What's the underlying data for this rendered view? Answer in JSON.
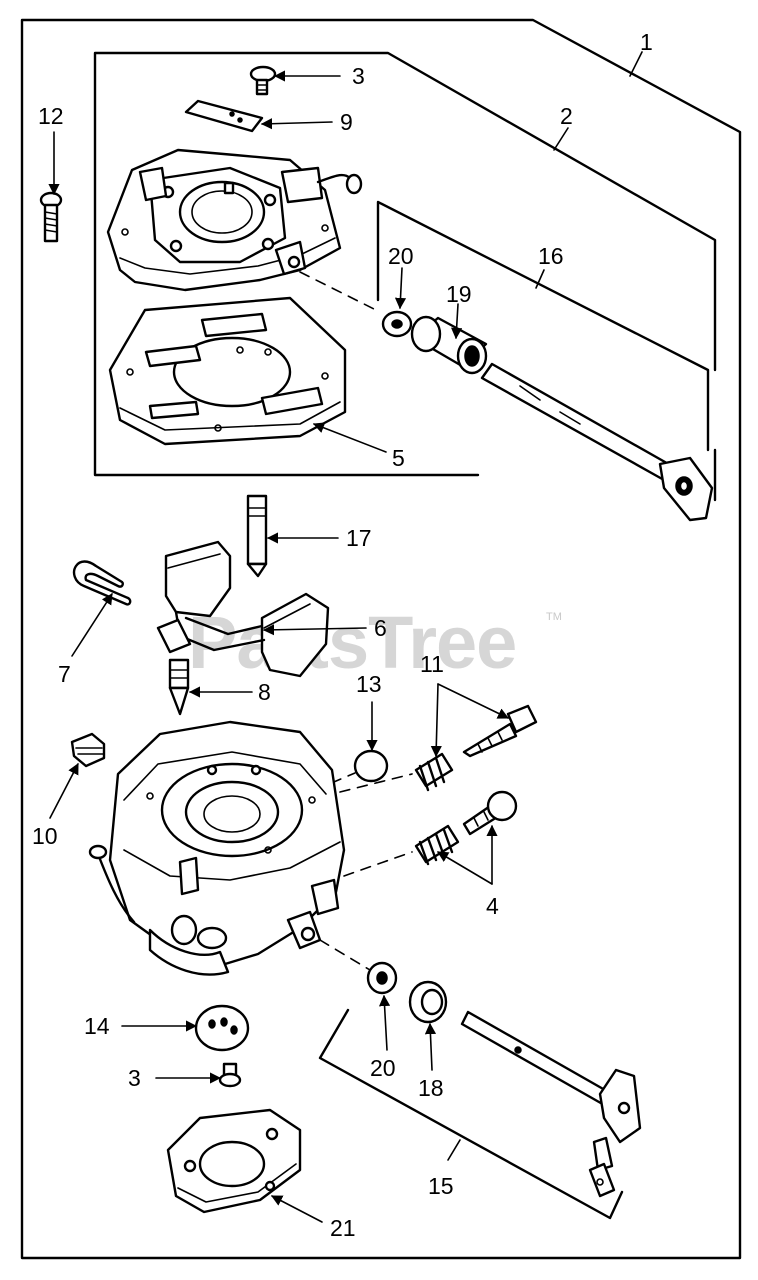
{
  "watermark": {
    "text": "PartsTree",
    "trademark": "TM"
  },
  "callouts": {
    "c1": "1",
    "c2": "2",
    "c3a": "3",
    "c3b": "3",
    "c4": "4",
    "c5": "5",
    "c6": "6",
    "c7": "7",
    "c8": "8",
    "c9": "9",
    "c10": "10",
    "c11": "11",
    "c12": "12",
    "c13": "13",
    "c14": "14",
    "c15": "15",
    "c16": "16",
    "c17": "17",
    "c18": "18",
    "c19": "19",
    "c20a": "20",
    "c20b": "20",
    "c21": "21"
  }
}
